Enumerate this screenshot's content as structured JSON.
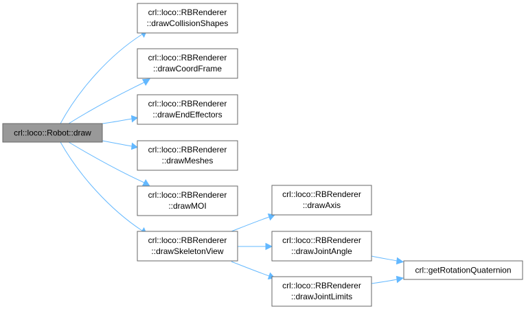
{
  "graph": {
    "root": {
      "label": "crl::loco::Robot::draw"
    },
    "nodes": {
      "drawCollisionShapes": {
        "line1": "crl::loco::RBRenderer",
        "line2": "::drawCollisionShapes"
      },
      "drawCoordFrame": {
        "line1": "crl::loco::RBRenderer",
        "line2": "::drawCoordFrame"
      },
      "drawEndEffectors": {
        "line1": "crl::loco::RBRenderer",
        "line2": "::drawEndEffectors"
      },
      "drawMeshes": {
        "line1": "crl::loco::RBRenderer",
        "line2": "::drawMeshes"
      },
      "drawMOI": {
        "line1": "crl::loco::RBRenderer",
        "line2": "::drawMOI"
      },
      "drawSkeletonView": {
        "line1": "crl::loco::RBRenderer",
        "line2": "::drawSkeletonView"
      },
      "drawAxis": {
        "line1": "crl::loco::RBRenderer",
        "line2": "::drawAxis"
      },
      "drawJointAngle": {
        "line1": "crl::loco::RBRenderer",
        "line2": "::drawJointAngle"
      },
      "drawJointLimits": {
        "line1": "crl::loco::RBRenderer",
        "line2": "::drawJointLimits"
      },
      "getRotationQuaternion": {
        "label": "crl::getRotationQuaternion"
      }
    }
  },
  "colors": {
    "edge": "#63b8ff",
    "root_fill": "#999999",
    "node_border": "#666666"
  }
}
